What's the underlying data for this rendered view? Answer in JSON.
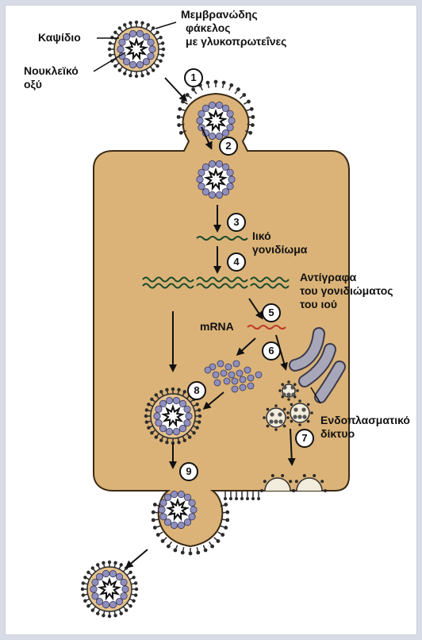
{
  "labels": {
    "capsid": "Καψίδιο",
    "envelope_line1": "Μεμβρανώδης",
    "envelope_line2": "φάκελος",
    "envelope_line3": "με γλυκοπρωτεΐνες",
    "nucleic_line1": "Νουκλεϊκό",
    "nucleic_line2": "οξύ",
    "genome_line1": "Ιικό",
    "genome_line2": "γονιδίωμα",
    "copies_line1": "Αντίγραφα",
    "copies_line2": "του γονιδιώματος",
    "copies_line3": "του ιού",
    "mrna": "mRNA",
    "er_line1": "Ενδοπλασματικό",
    "er_line2": "δίκτυο"
  },
  "steps": [
    "1",
    "2",
    "3",
    "4",
    "5",
    "6",
    "7",
    "8",
    "9"
  ],
  "colors": {
    "cell": "#dbb378",
    "cell_border": "#3a2a14",
    "capsomere": "#8f8fbf",
    "envelope": "#e6c38e",
    "spike": "#2b2b2b",
    "er": "#a7a7b9",
    "genome": "#1a4a2a",
    "mrna": "#c0392b",
    "frame": "#d8dce6"
  }
}
